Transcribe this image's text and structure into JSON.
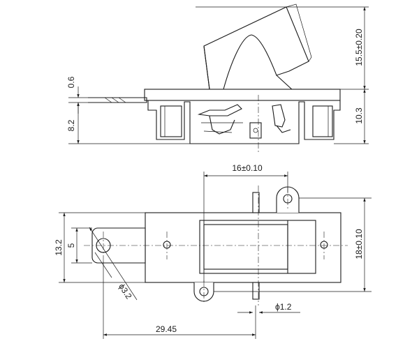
{
  "dimensions": {
    "side_view": {
      "lever_height": "15.5±0.20",
      "body_height": "10.3",
      "terminal_thickness": "0.6",
      "terminal_height": "8.2"
    },
    "top_view": {
      "pin_spacing": "16±0.10",
      "body_width": "18±0.10",
      "tab_width": "13.2",
      "hole_offset": "5",
      "hole_diameter": "ϕ3.2",
      "pin_diameter": "ϕ1.2",
      "overall_length": "29.45"
    }
  }
}
